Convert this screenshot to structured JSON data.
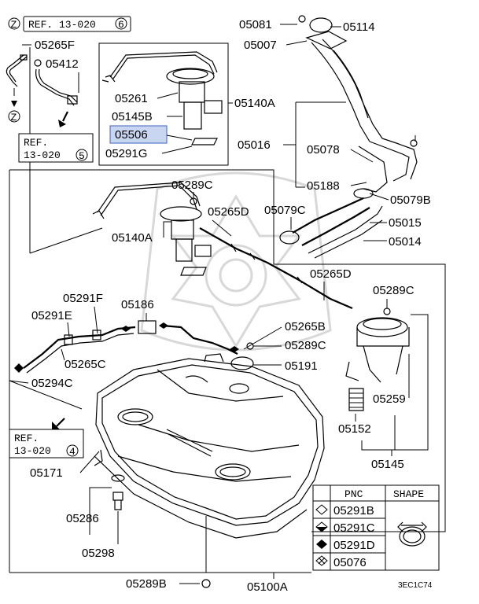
{
  "diagram": {
    "ref_top": "REF. 13-020",
    "ref_top_num": "6",
    "ref_mid_a": "REF.",
    "ref_mid_b": "13-020",
    "ref_mid_num": "5",
    "ref_low_a": "REF.",
    "ref_low_b": "13-020",
    "ref_low_num": "4",
    "z_marker": "Z",
    "highlighted_part": "05506",
    "highlight_color": "#c9d6f2",
    "highlight_border": "#5a78c8",
    "figure_code": "3EC1C74",
    "parts": {
      "p05265F": "05265F",
      "p05412": "05412",
      "p05261": "05261",
      "p05145B": "05145B",
      "p05506": "05506",
      "p05291G": "05291G",
      "p05140A_top": "05140A",
      "p05081": "05081",
      "p05114": "05114",
      "p05007": "05007",
      "p05016": "05016",
      "p05078": "05078",
      "p05188": "05188",
      "p05079B": "05079B",
      "p05015": "05015",
      "p05014": "05014",
      "p05079C": "05079C",
      "p05289C_1": "05289C",
      "p05265D_1": "05265D",
      "p05140A_mid": "05140A",
      "p05265D_2": "05265D",
      "p05289C_2": "05289C",
      "p05291F": "05291F",
      "p05186": "05186",
      "p05291E": "05291E",
      "p05265B": "05265B",
      "p05289C_3": "05289C",
      "p05265C": "05265C",
      "p05191": "05191",
      "p05294C": "05294C",
      "p05259": "05259",
      "p05152": "05152",
      "p05145": "05145",
      "p05171": "05171",
      "p05286": "05286",
      "p05298": "05298",
      "p05289B": "05289B",
      "p05100A": "05100A"
    },
    "legend": {
      "header_pnc": "PNC",
      "header_shape": "SHAPE",
      "rows": [
        "05291B",
        "05291C",
        "05291D",
        "05076"
      ]
    }
  }
}
